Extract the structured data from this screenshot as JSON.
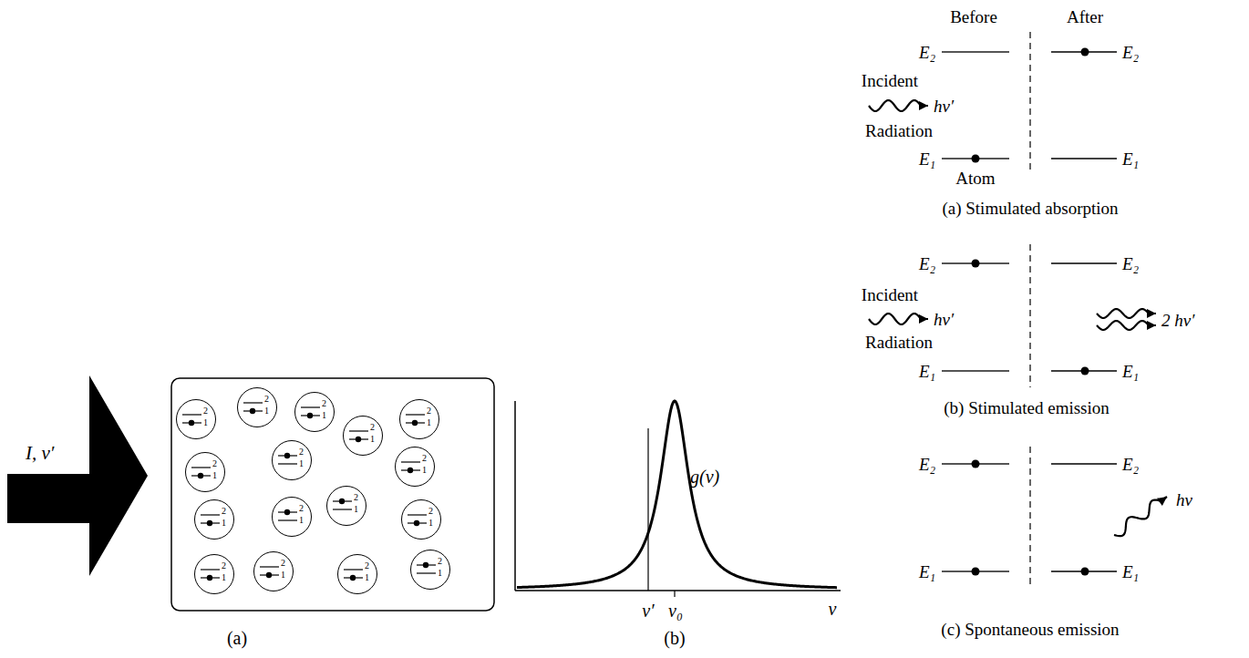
{
  "diagram": {
    "nodes": [
      {
        "text": [
          "2",
          "1"
        ]
      },
      {
        "text": [
          "2",
          "1"
        ]
      },
      {
        "text": [
          "2",
          "1"
        ]
      },
      {
        "text": [
          "2",
          "1"
        ]
      },
      {
        "text": [
          "2",
          "1"
        ]
      },
      {
        "text": [
          "2",
          "1"
        ]
      },
      {
        "text": [
          "2",
          "1"
        ]
      },
      {
        "text": [
          "2",
          "1"
        ]
      },
      {
        "text": [
          "2",
          "1"
        ]
      },
      {
        "text": [
          "2",
          "1"
        ]
      },
      {
        "text": [
          "2",
          "1"
        ]
      },
      {
        "text": [
          "2",
          "1"
        ]
      },
      {
        "text": [
          "2",
          "1"
        ]
      },
      {
        "text": [
          "2",
          "1"
        ]
      },
      {
        "text": [
          "2",
          "1"
        ]
      },
      {
        "text": [
          "2",
          "1"
        ]
      }
    ],
    "labels": [
      "I, ν′",
      "(a)",
      "g(ν)",
      "ν′",
      "ν₀",
      "ν",
      "(b)",
      "Before",
      "After",
      "E₂",
      "E₂",
      "Incident",
      "hν′",
      "Radiation",
      "E₁",
      "Atom",
      "E₁",
      "(a) Stimulated absorption",
      "E₂",
      "E₂",
      "Incident",
      "hν′",
      "Radiation",
      "2 hν′",
      "E₁",
      "E₁",
      "(b) Stimulated emission",
      "E₂",
      "E₂",
      "hν",
      "E₁",
      "E₁",
      "(c) Spontaneous emission"
    ]
  }
}
